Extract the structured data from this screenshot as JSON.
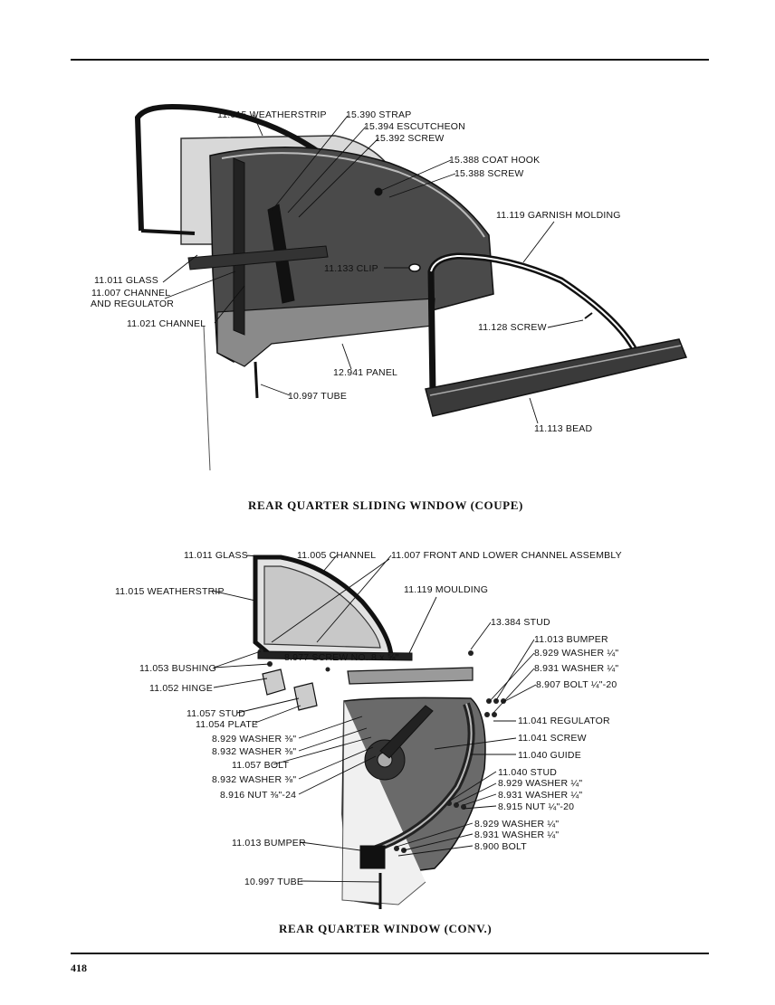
{
  "page_number": "418",
  "coupe": {
    "caption": "REAR QUARTER SLIDING WINDOW (COUPE)",
    "labels": {
      "weatherstrip": "11.015 WEATHERSTRIP",
      "strap": "15.390 STRAP",
      "escutcheon": "15.394 ESCUTCHEON",
      "screw_15392": "15.392 SCREW",
      "coat_hook": "15.388 COAT HOOK",
      "screw_15388": "15.388 SCREW",
      "garnish_molding": "11.119 GARNISH MOLDING",
      "glass": "11.011 GLASS",
      "channel_regulator_1": "11.007 CHANNEL",
      "channel_regulator_2": "AND REGULATOR",
      "clip": "11.133 CLIP",
      "channel_11021": "11.021 CHANNEL",
      "screw_11128": "11.128 SCREW",
      "panel": "12.941 PANEL",
      "tube": "10.997 TUBE",
      "bead": "11.113 BEAD"
    }
  },
  "conv": {
    "caption": "REAR QUARTER WINDOW (CONV.)",
    "labels": {
      "glass": "11.011 GLASS",
      "channel_11005": "11.005 CHANNEL",
      "front_lower_channel": "11.007 FRONT AND LOWER CHANNEL ASSEMBLY",
      "weatherstrip": "11.015 WEATHERSTRIP",
      "moulding": "11.119 MOULDING",
      "stud_13384": "13.384 STUD",
      "bumper_top": "11.013 BUMPER",
      "washer_8929_top": "8.929 WASHER ¼\"",
      "washer_8931_top": "8.931 WASHER ¼\"",
      "bolt_8907": "8.907 BOLT ¼\"-20",
      "bushing": "11.053 BUSHING",
      "screw_8977": "8.977 SCREW NO. 8 x ⅝\"",
      "hinge": "11.052 HINGE",
      "stud_11057": "11.057 STUD",
      "plate": "11.054 PLATE",
      "regulator": "11.041 REGULATOR",
      "washer_8929_left": "8.929 WASHER ⅜\"",
      "washer_8932_left": "8.932 WASHER ⅜\"",
      "screw_11041": "11.041 SCREW",
      "bolt_11057": "11.057 BOLT",
      "guide": "11.040 GUIDE",
      "washer_8932_left2": "8.932 WASHER ⅜\"",
      "nut_8916": "8.916 NUT ⅜\"-24",
      "stud_11040": "11.040 STUD",
      "washer_8929_mid": "8.929 WASHER ¼\"",
      "washer_8931_mid": "8.931 WASHER ¼\"",
      "nut_8915": "8.915 NUT ¼\"-20",
      "washer_8929_low": "8.929 WASHER ¼\"",
      "washer_8931_low": "8.931 WASHER ¼\"",
      "bolt_8900": "8.900 BOLT",
      "bumper_bottom": "11.013 BUMPER",
      "tube": "10.997 TUBE"
    }
  }
}
